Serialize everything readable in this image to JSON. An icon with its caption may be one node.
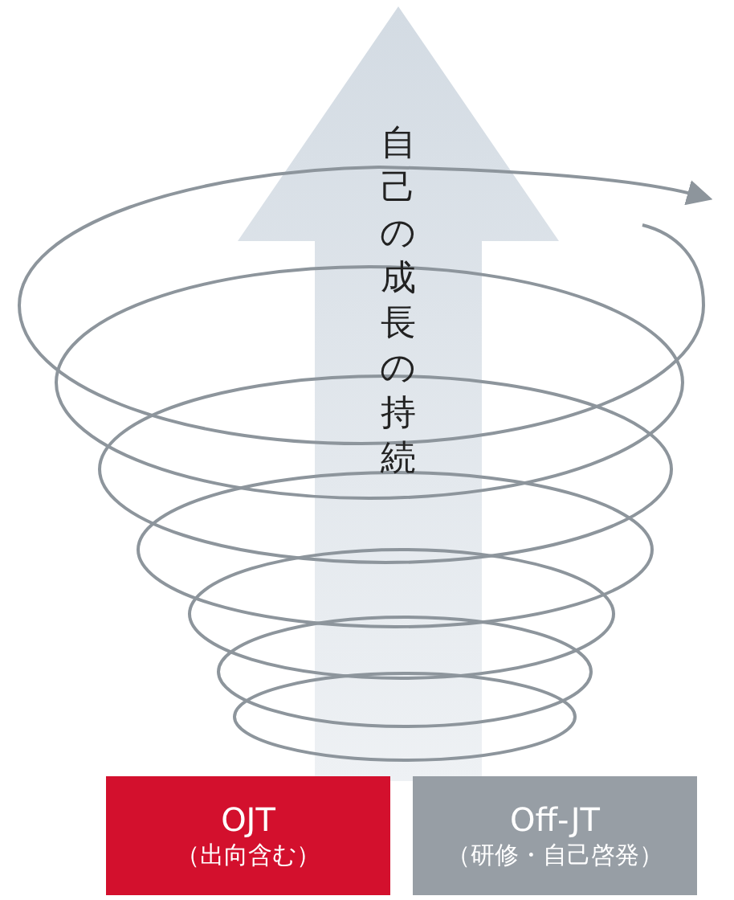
{
  "diagram": {
    "nodes": [
      {
        "text": [
          "自己の成長の持続"
        ]
      },
      {
        "text": [
          "OJT",
          "（出向含む）"
        ]
      },
      {
        "text": [
          "Off-JT",
          "（研修・自己啓発）"
        ]
      }
    ]
  }
}
